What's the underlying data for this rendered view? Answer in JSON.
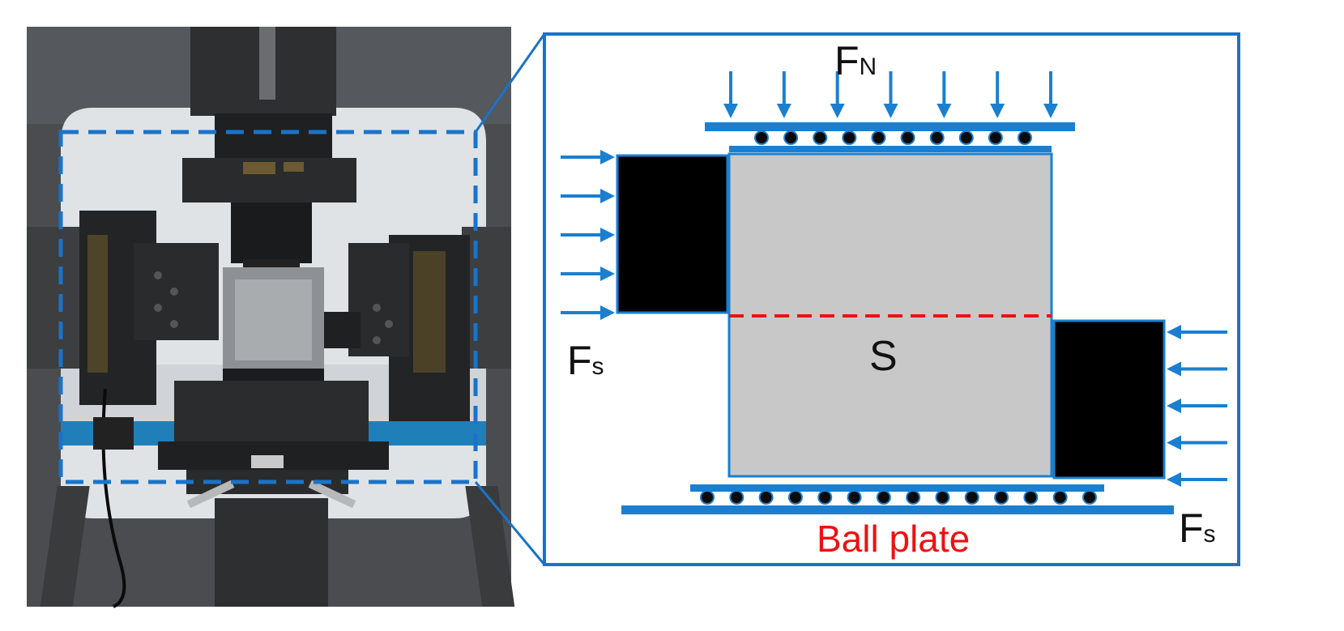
{
  "figure": {
    "photo": {
      "description_icon": "shear-test-machine-photo"
    },
    "labels": {
      "normal_force_main": "F",
      "normal_force_sub": "N",
      "shear_force_left_main": "F",
      "shear_force_left_sub": "s",
      "shear_force_right_main": "F",
      "shear_force_right_sub": "s",
      "shear_plane": "S",
      "ball_plate": "Ball plate"
    },
    "colors": {
      "frame_blue": "#1a73c9",
      "arrow_blue": "#1a7fd0",
      "shear_plane_red": "#ee1111",
      "specimen_gray": "#c8c8c8",
      "block_black": "#000000"
    },
    "force_arrows": {
      "normal_count": 7,
      "shear_left_count": 5,
      "shear_right_count": 5
    },
    "ball_rows": {
      "top_count": 10,
      "bottom_count": 14
    }
  }
}
